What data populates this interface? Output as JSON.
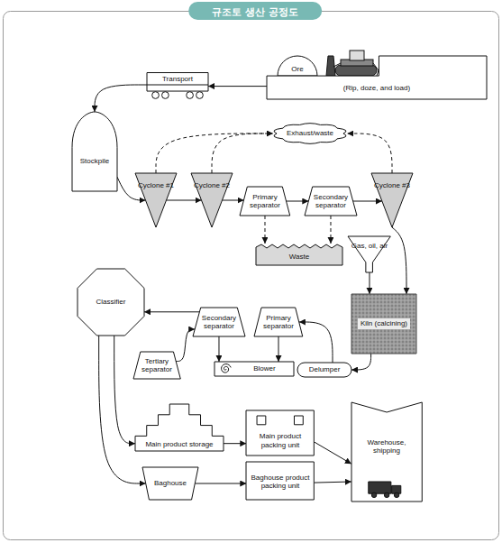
{
  "diagram": {
    "title": "규조토 생산 공정도",
    "nodes": [
      {
        "text": [
          "Ore"
        ]
      },
      {
        "text": [
          "(Rip, doze, and load)"
        ]
      },
      {
        "text": [
          "Transport"
        ]
      },
      {
        "text": [
          "Exhaust/waste"
        ]
      },
      {
        "text": [
          "Stockpile"
        ]
      },
      {
        "text": [
          "Cyclone #1"
        ]
      },
      {
        "text": [
          "Cyclone #2"
        ]
      },
      {
        "text": [
          "Primary separator"
        ]
      },
      {
        "text": [
          "Secondary separator"
        ]
      },
      {
        "text": [
          "Cyclone #3"
        ]
      },
      {
        "text": [
          "Waste"
        ]
      },
      {
        "text": [
          "Gas, oil, air"
        ]
      },
      {
        "text": [
          "Classifier"
        ]
      },
      {
        "text": [
          "Secondary separator"
        ]
      },
      {
        "text": [
          "Primary separator"
        ]
      },
      {
        "text": [
          "Kiln (calcining)"
        ]
      },
      {
        "text": [
          "Tertiary separator"
        ]
      },
      {
        "text": [
          "Blower"
        ]
      },
      {
        "text": [
          "Delumper"
        ]
      },
      {
        "text": [
          "Main product storage"
        ]
      },
      {
        "text": [
          "Main product packing unit"
        ]
      },
      {
        "text": [
          "Warehouse, shipping"
        ]
      },
      {
        "text": [
          "Baghouse"
        ]
      },
      {
        "text": [
          "Baghouse product packing unit"
        ]
      }
    ],
    "edges": [
      {
        "from": 1,
        "to": 2,
        "arrow": "to"
      },
      {
        "from": 2,
        "to": 4,
        "arrow": "to"
      },
      {
        "from": 4,
        "to": 5,
        "arrow": "to"
      },
      {
        "from": 5,
        "to": 6,
        "arrow": "to"
      },
      {
        "from": 6,
        "to": 7,
        "arrow": "to"
      },
      {
        "from": 7,
        "to": 8,
        "arrow": "to"
      },
      {
        "from": 8,
        "to": 9,
        "arrow": "to"
      },
      {
        "from": 5,
        "to": 3,
        "arrow": "to"
      },
      {
        "from": 6,
        "to": 3,
        "arrow": "to"
      },
      {
        "from": 9,
        "to": 3,
        "arrow": "to"
      },
      {
        "from": 7,
        "to": 10,
        "arrow": "to"
      },
      {
        "from": 8,
        "to": 10,
        "arrow": "to"
      },
      {
        "from": 9,
        "to": 15,
        "arrow": "to"
      },
      {
        "from": 11,
        "to": 15,
        "arrow": "to"
      },
      {
        "from": 15,
        "to": 18,
        "arrow": "to"
      },
      {
        "from": 18,
        "to": 14,
        "arrow": "to"
      },
      {
        "from": 14,
        "to": 17,
        "arrow": "to"
      },
      {
        "from": 13,
        "to": 17,
        "arrow": "to"
      },
      {
        "from": 16,
        "to": 13,
        "arrow": "to"
      },
      {
        "from": 13,
        "to": 12,
        "arrow": "to"
      },
      {
        "from": 12,
        "to": 19,
        "arrow": "to"
      },
      {
        "from": 12,
        "to": 22,
        "arrow": "to"
      },
      {
        "from": 19,
        "to": 20,
        "arrow": "to"
      },
      {
        "from": 22,
        "to": 23,
        "arrow": "to"
      },
      {
        "from": 20,
        "to": 21,
        "arrow": "to"
      },
      {
        "from": 23,
        "to": 21,
        "arrow": "to"
      }
    ]
  }
}
